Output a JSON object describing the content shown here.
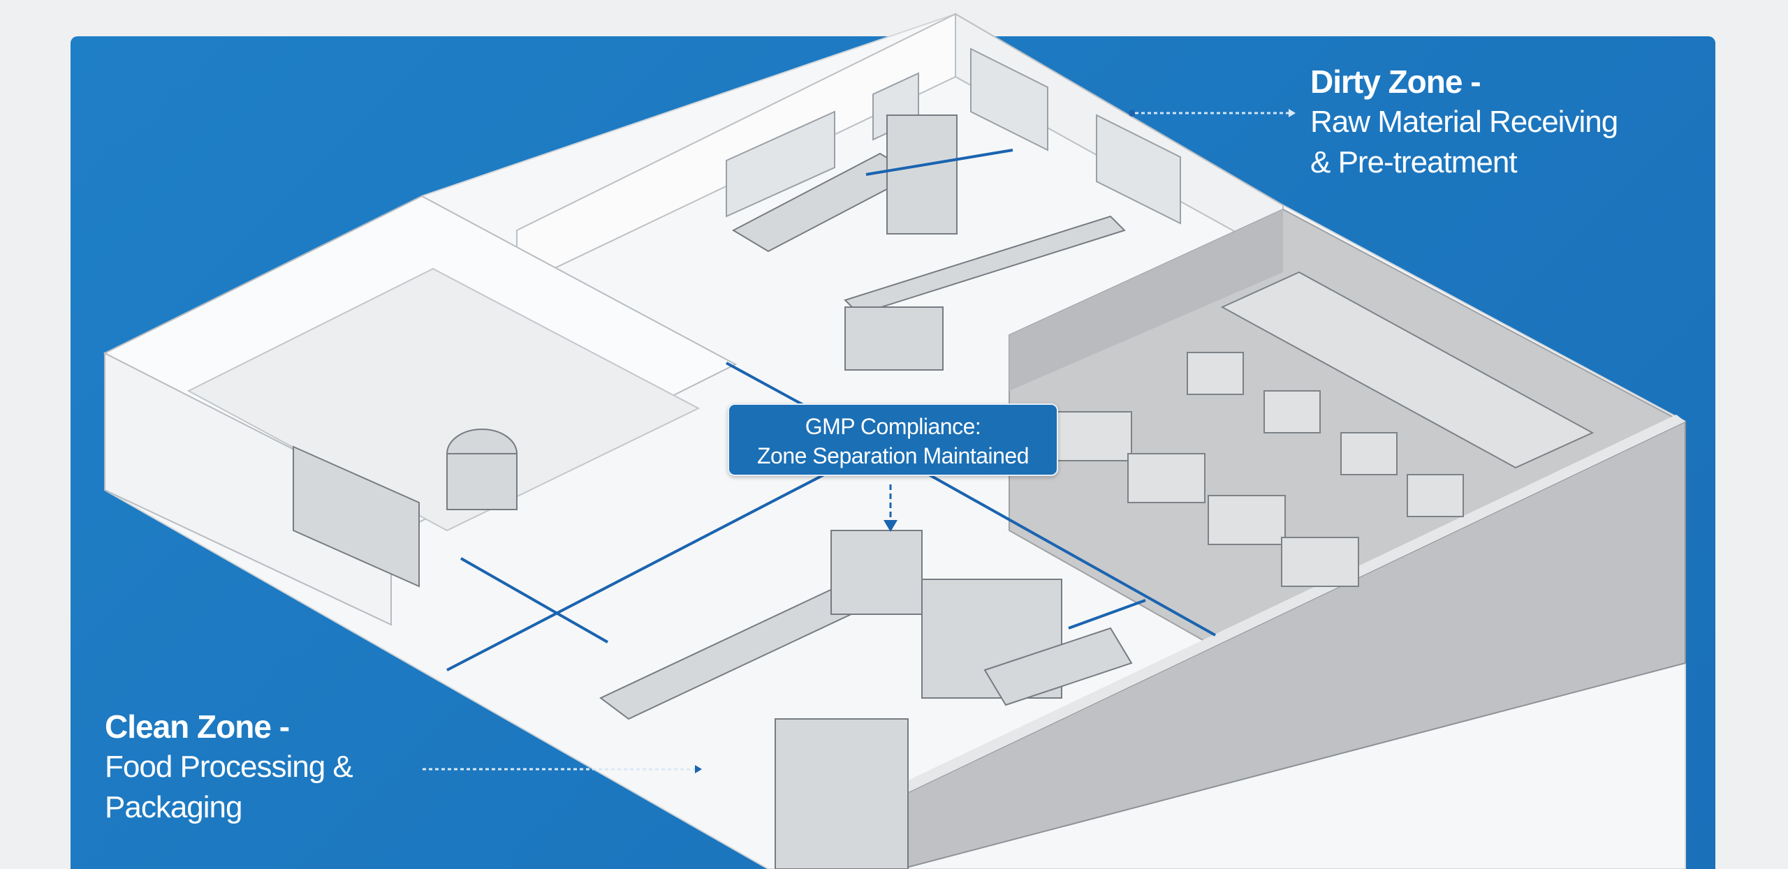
{
  "colors": {
    "panel": "#1f7fc6",
    "floor": "#f6f7f8",
    "accent_line": "#1a64b0",
    "gray_room": "#c9cacc",
    "label_text": "#ffffff"
  },
  "labels": {
    "dirty_zone": {
      "title": "Dirty Zone -",
      "line1": "Raw Material Receiving",
      "line2": "& Pre-treatment"
    },
    "clean_zone": {
      "title": "Clean Zone -",
      "line1": "Food Processing &",
      "line2": "Packaging"
    },
    "gmp": {
      "line1": "GMP Compliance:",
      "line2": "Zone Separation Maintained"
    }
  }
}
